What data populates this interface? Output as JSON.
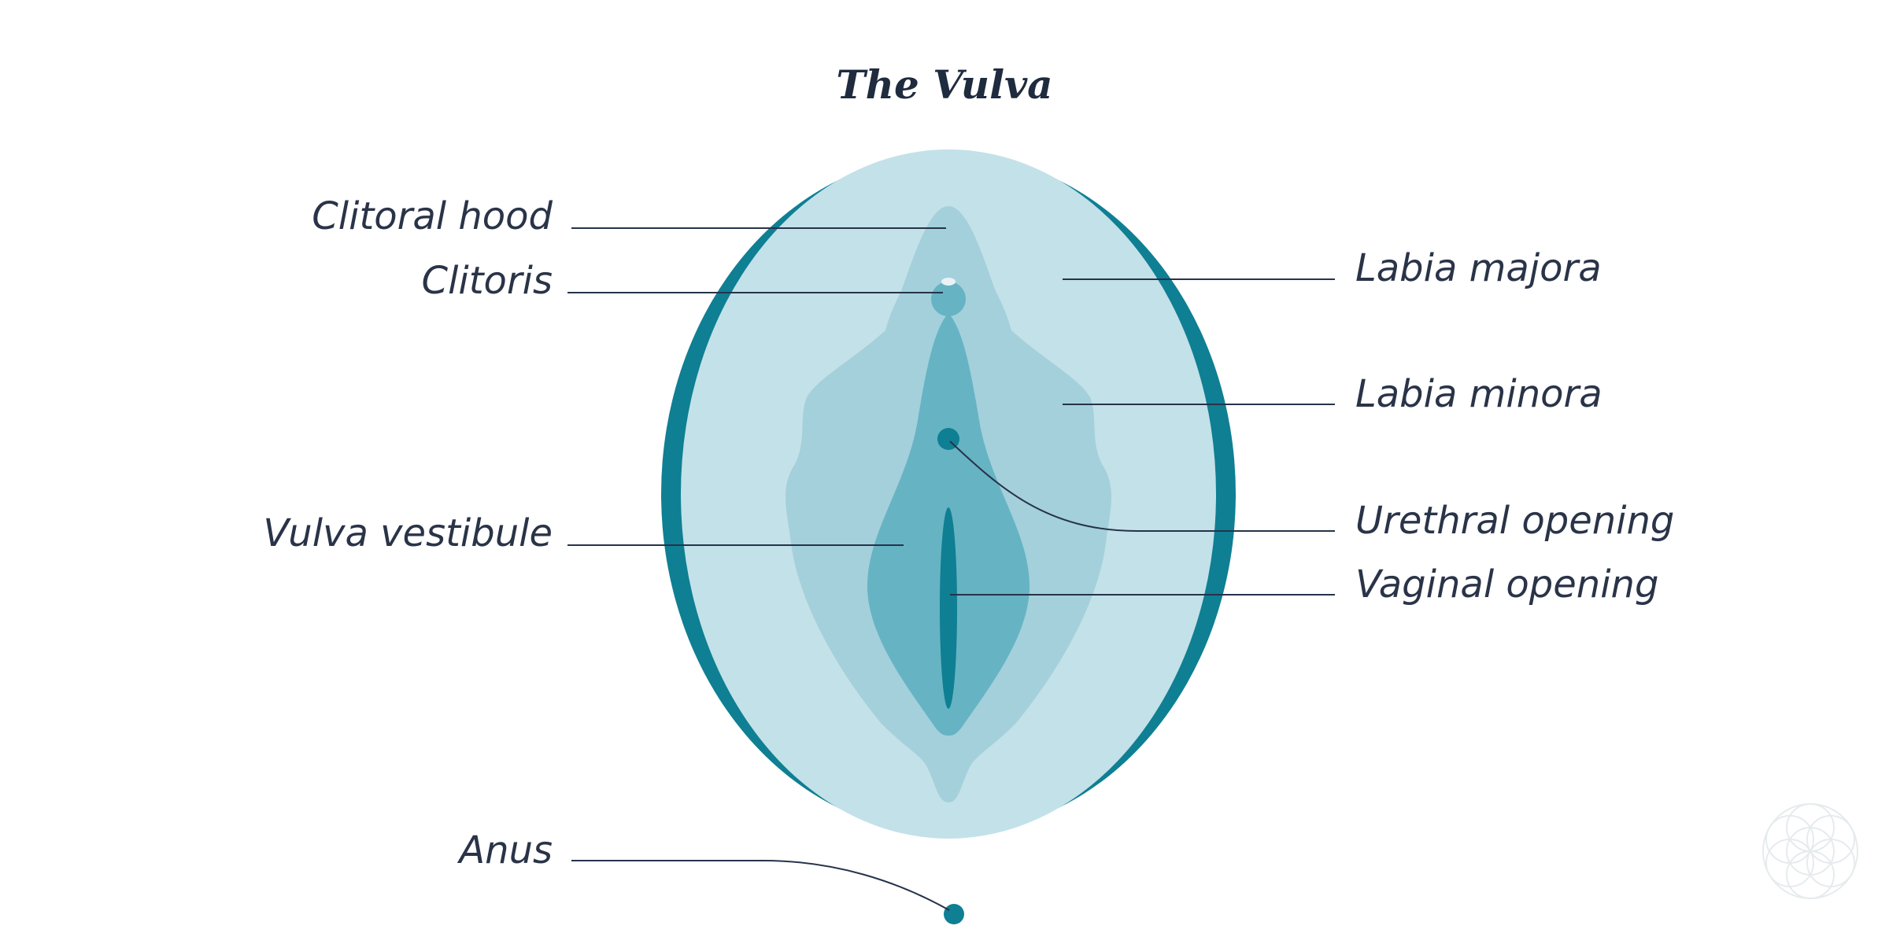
{
  "title": "The Vulva",
  "labels": {
    "clitoral_hood": "Clitoral hood",
    "clitoris": "Clitoris",
    "vulva_vestibule": "Vulva vestibule",
    "anus": "Anus",
    "labia_majora": "Labia majora",
    "labia_minora": "Labia minora",
    "urethral_opening": "Urethral opening",
    "vaginal_opening": "Vaginal opening"
  },
  "colors": {
    "outer": "#c3e1e8",
    "rim": "#0f7f93",
    "minora": "#a3d0db",
    "vestibule": "#66b3c3",
    "dark": "#0f7f93",
    "line": "#26334a"
  }
}
